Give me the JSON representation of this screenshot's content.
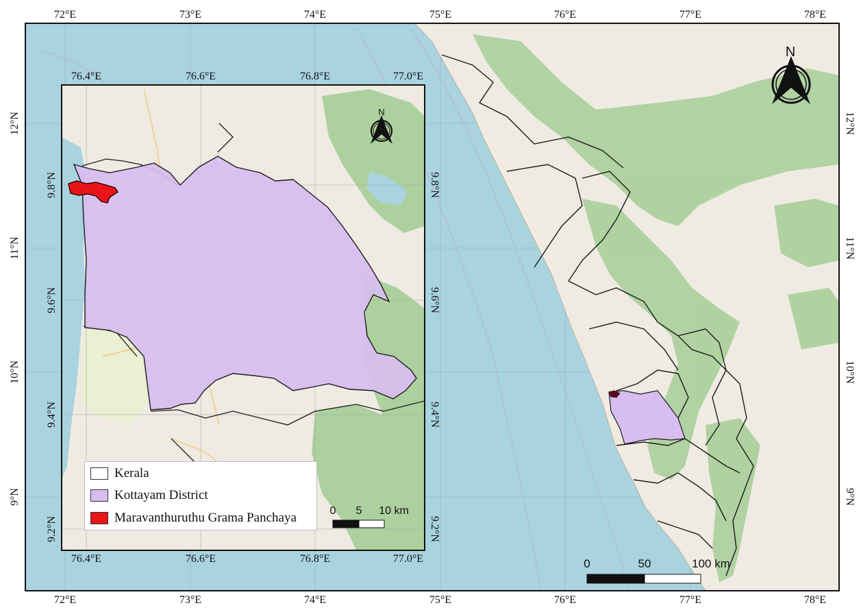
{
  "main_map": {
    "top_labels": [
      "72°E",
      "73°E",
      "74°E",
      "75°E",
      "76°E",
      "77°E",
      "78°E"
    ],
    "bottom_labels": [
      "72°E",
      "73°E",
      "74°E",
      "75°E",
      "76°E",
      "77°E",
      "78°E"
    ],
    "left_labels": [
      "12°N",
      "11°N",
      "10°N",
      "9°N"
    ],
    "right_labels": [
      "12°N",
      "11°N",
      "10°N",
      "9°N"
    ],
    "north_label": "N",
    "scale_labels": [
      "0",
      "50",
      "100 km"
    ]
  },
  "inset_map": {
    "top_labels": [
      "76.4°E",
      "76.6°E",
      "76.8°E",
      "77.0°E"
    ],
    "bottom_labels": [
      "76.4°E",
      "76.6°E",
      "76.8°E",
      "77.0°E"
    ],
    "left_labels": [
      "9.8°N",
      "9.6°N",
      "9.4°N",
      "9.2°N"
    ],
    "right_labels": [
      "9.8°N",
      "9.6°N",
      "9.4°N",
      "9.2°N"
    ],
    "north_label": "N",
    "scale_labels": [
      "0",
      "5",
      "10 km"
    ]
  },
  "legend": {
    "items": [
      {
        "label": "Kerala",
        "color": "#ffffff"
      },
      {
        "label": "Kottayam District",
        "color": "#d7bdf0"
      },
      {
        "label": "Maravanthuruthu Grama Panchaya",
        "color": "#e8141a"
      }
    ]
  },
  "colors": {
    "sea": "#a9d3df",
    "land": "#efebe3",
    "forest": "#add19e",
    "district": "#d7bdf0",
    "panchayat": "#e8141a"
  }
}
